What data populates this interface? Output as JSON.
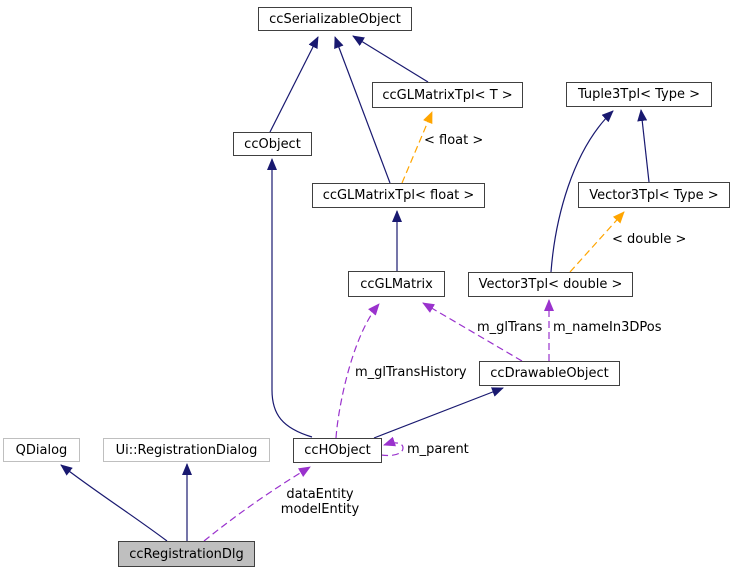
{
  "nodes": {
    "ccSerializableObject": {
      "label": "ccSerializableObject"
    },
    "ccGLMatrixTpl_T": {
      "label": "ccGLMatrixTpl< T >"
    },
    "Tuple3Tpl_Type": {
      "label": "Tuple3Tpl< Type >"
    },
    "ccObject": {
      "label": "ccObject"
    },
    "ccGLMatrixTpl_float": {
      "label": "ccGLMatrixTpl< float >"
    },
    "Vector3Tpl_Type": {
      "label": "Vector3Tpl< Type >"
    },
    "ccGLMatrix": {
      "label": "ccGLMatrix"
    },
    "Vector3Tpl_double": {
      "label": "Vector3Tpl< double >"
    },
    "ccDrawableObject": {
      "label": "ccDrawableObject"
    },
    "ccHObject": {
      "label": "ccHObject"
    },
    "QDialog": {
      "label": "QDialog"
    },
    "Ui_RegistrationDialog": {
      "label": "Ui::RegistrationDialog"
    },
    "ccRegistrationDlg": {
      "label": "ccRegistrationDlg"
    }
  },
  "edge_labels": {
    "template_float": "< float >",
    "template_double": "< double >",
    "m_glTrans": "m_glTrans",
    "m_nameIn3DPos": "m_nameIn3DPos",
    "m_glTransHistory": "m_glTransHistory",
    "m_parent": "m_parent",
    "dataEntity": "dataEntity",
    "modelEntity": "modelEntity"
  },
  "colors": {
    "inheritance_edge": "#191970",
    "usage_edge": "#9a32cd",
    "template_edge": "#ffa500",
    "node_border": "#404040",
    "node_fill": "#ffffff",
    "external_node_border": "#bfbfbf",
    "selected_node_fill": "#bfbfbf",
    "text": "#000000",
    "background": "#ffffff"
  }
}
